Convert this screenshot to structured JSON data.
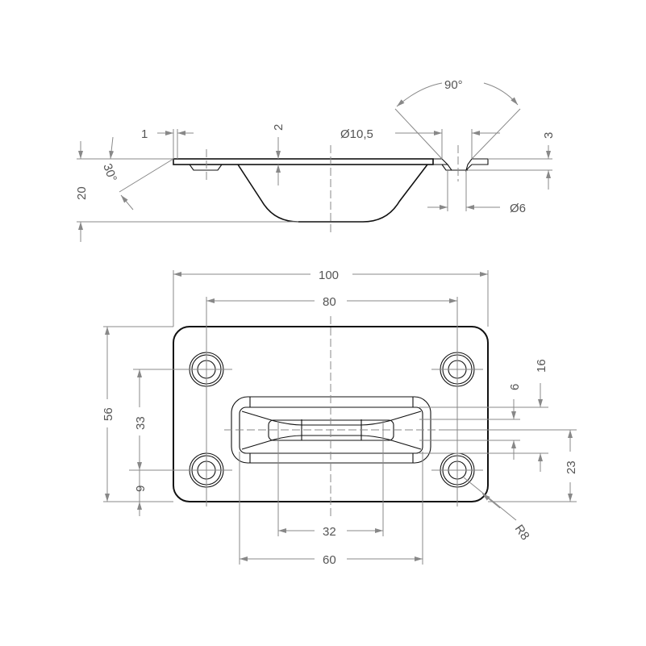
{
  "side_view": {
    "dim_1": "1",
    "dim_2": "2",
    "dim_dia_10_5": "Ø10,5",
    "dim_3": "3",
    "dim_20": "20",
    "dim_30deg": "30°",
    "dim_90deg": "90°",
    "dim_dia_6": "Ø6"
  },
  "top_view": {
    "dim_100": "100",
    "dim_80": "80",
    "dim_56": "56",
    "dim_33": "33",
    "dim_9": "9",
    "dim_16": "16",
    "dim_6": "6",
    "dim_23": "23",
    "dim_32": "32",
    "dim_60": "60",
    "dim_r8": "R8"
  }
}
